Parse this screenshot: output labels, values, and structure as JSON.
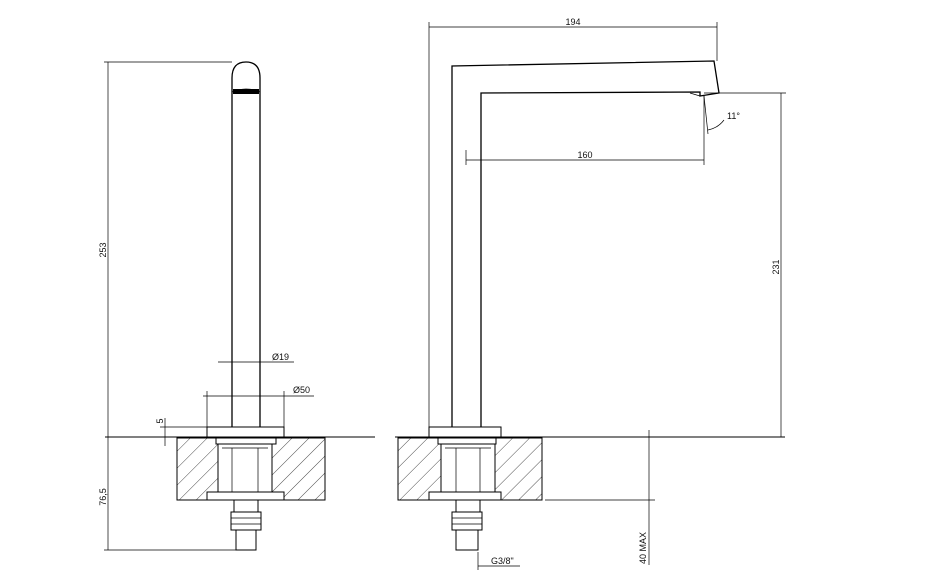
{
  "dimensions": {
    "side_height_total": "253",
    "spout_diameter": "Ø19",
    "base_diameter": "Ø50",
    "base_thickness": "5",
    "below_height": "76,5",
    "spout_reach": "194",
    "outlet_reach": "160",
    "outlet_angle": "11°",
    "outlet_height": "231",
    "max_deck_thickness": "40 MAX",
    "thread": "G3/8\""
  },
  "colors": {
    "line": "#000000",
    "hatch": "#000000",
    "background": "#ffffff"
  }
}
